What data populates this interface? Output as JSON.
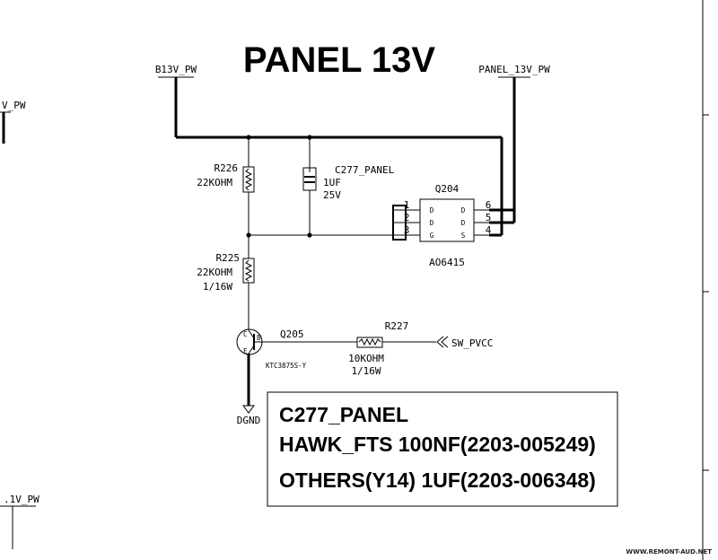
{
  "title": "PANEL 13V",
  "nets": {
    "b13v": "B13V_PW",
    "panel13v": "PANEL_13V_PW",
    "left_top": "V_PW",
    "left_bottom": ".1V_PW",
    "sw_pvcc": "SW_PVCC",
    "dgnd": "DGND"
  },
  "components": {
    "r226": {
      "ref": "R226",
      "value": "22KOHM"
    },
    "c277": {
      "ref": "C277_PANEL",
      "value": "1UF",
      "voltage": "25V"
    },
    "q204": {
      "ref": "Q204",
      "part": "AO6415",
      "pins": [
        "1",
        "2",
        "3",
        "6",
        "5",
        "4"
      ],
      "inner": [
        "D",
        "D",
        "G",
        "D",
        "D",
        "S"
      ]
    },
    "r225": {
      "ref": "R225",
      "value": "22KOHM",
      "power": "1/16W"
    },
    "q205": {
      "ref": "Q205",
      "part": "KTC3875S-Y",
      "pins": [
        "C",
        "B",
        "E"
      ]
    },
    "r227": {
      "ref": "R227",
      "value": "10KOHM",
      "power": "1/16W"
    }
  },
  "note": {
    "line1": "C277_PANEL",
    "line2": "HAWK_FTS 100NF(2203-005249)",
    "line3": "OTHERS(Y14) 1UF(2203-006348)"
  },
  "watermark": "WWW.REMONT-AUD.NET"
}
